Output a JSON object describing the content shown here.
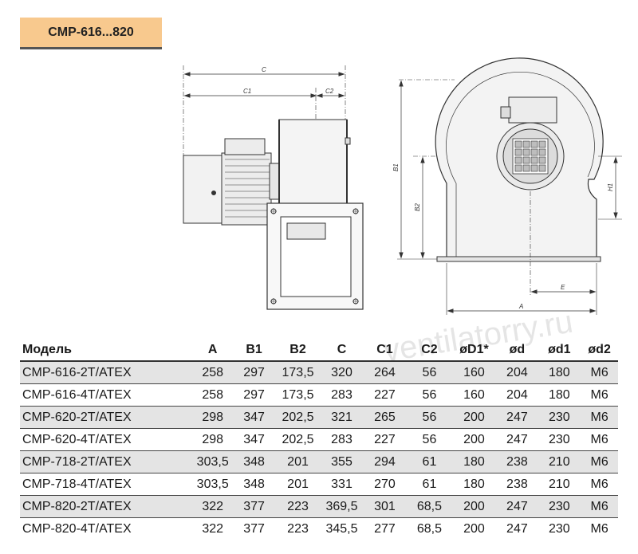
{
  "header": {
    "title": "CMP-616...820"
  },
  "drawing": {
    "dimension_labels": {
      "c": "C",
      "c1": "C1",
      "c2": "C2",
      "b1": "B1",
      "b2": "B2",
      "h1": "H1",
      "e": "E",
      "a": "A"
    }
  },
  "watermark": "ventilatorry.ru",
  "table": {
    "headers": [
      "Модель",
      "A",
      "B1",
      "B2",
      "C",
      "C1",
      "C2",
      "øD1*",
      "ød",
      "ød1",
      "ød2"
    ],
    "rows": [
      [
        "CMP-616-2T/ATEX",
        "258",
        "297",
        "173,5",
        "320",
        "264",
        "56",
        "160",
        "204",
        "180",
        "M6"
      ],
      [
        "CMP-616-4T/ATEX",
        "258",
        "297",
        "173,5",
        "283",
        "227",
        "56",
        "160",
        "204",
        "180",
        "M6"
      ],
      [
        "CMP-620-2T/ATEX",
        "298",
        "347",
        "202,5",
        "321",
        "265",
        "56",
        "200",
        "247",
        "230",
        "M6"
      ],
      [
        "CMP-620-4T/ATEX",
        "298",
        "347",
        "202,5",
        "283",
        "227",
        "56",
        "200",
        "247",
        "230",
        "M6"
      ],
      [
        "CMP-718-2T/ATEX",
        "303,5",
        "348",
        "201",
        "355",
        "294",
        "61",
        "180",
        "238",
        "210",
        "M6"
      ],
      [
        "CMP-718-4T/ATEX",
        "303,5",
        "348",
        "201",
        "331",
        "270",
        "61",
        "180",
        "238",
        "210",
        "M6"
      ],
      [
        "CMP-820-2T/ATEX",
        "322",
        "377",
        "223",
        "369,5",
        "301",
        "68,5",
        "200",
        "247",
        "230",
        "M6"
      ],
      [
        "CMP-820-4T/ATEX",
        "322",
        "377",
        "223",
        "345,5",
        "277",
        "68,5",
        "200",
        "247",
        "230",
        "M6"
      ]
    ]
  }
}
